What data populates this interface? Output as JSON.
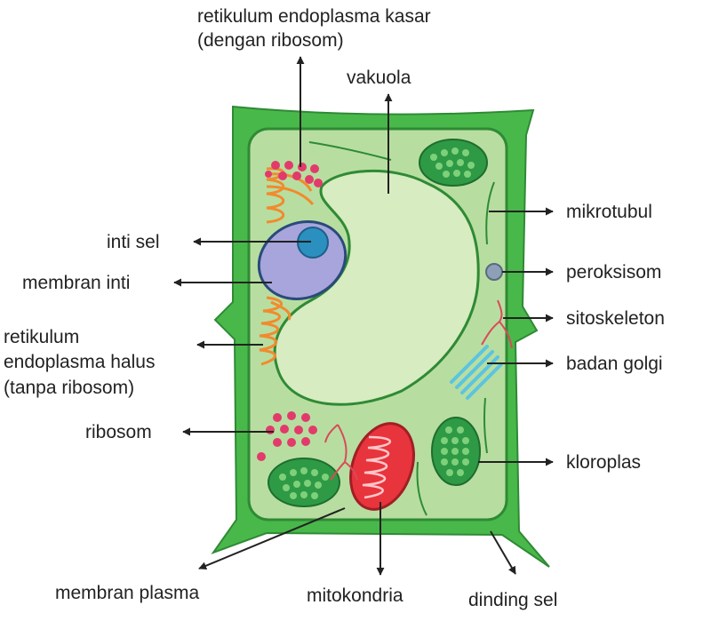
{
  "labels": {
    "rer_line1": "retikulum endoplasma kasar",
    "rer_line2": "(dengan ribosom)",
    "vakuola": "vakuola",
    "mikrotubul": "mikrotubul",
    "inti_sel": "inti sel",
    "peroksisom": "peroksisom",
    "membran_inti": "membran inti",
    "sitoskeleton": "sitoskeleton",
    "ser_line1": "retikulum",
    "ser_line2": "endoplasma halus",
    "ser_line3": "(tanpa ribosom)",
    "badan_golgi": "badan golgi",
    "ribosom": "ribosom",
    "kloroplas": "kloroplas",
    "membran_plasma": "membran plasma",
    "mitokondria": "mitokondria",
    "dinding_sel": "dinding sel"
  },
  "colors": {
    "cell_wall": "#49b84a",
    "cell_wall_stroke": "#2f8a35",
    "cytoplasm": "#b7dea0",
    "vacuole": "#d7ecc0",
    "nucleus": "#a7a5db",
    "nucleolus": "#2b8fbf",
    "chloroplast": "#2e9a45",
    "mitochondria": "#e8343c",
    "ribosome": "#e23a6b",
    "er": "#f28a2e",
    "golgi": "#5cc4e0",
    "peroxisome": "#8ea0b8",
    "cytoskeleton": "#d94a5a",
    "arrow": "#222222"
  }
}
